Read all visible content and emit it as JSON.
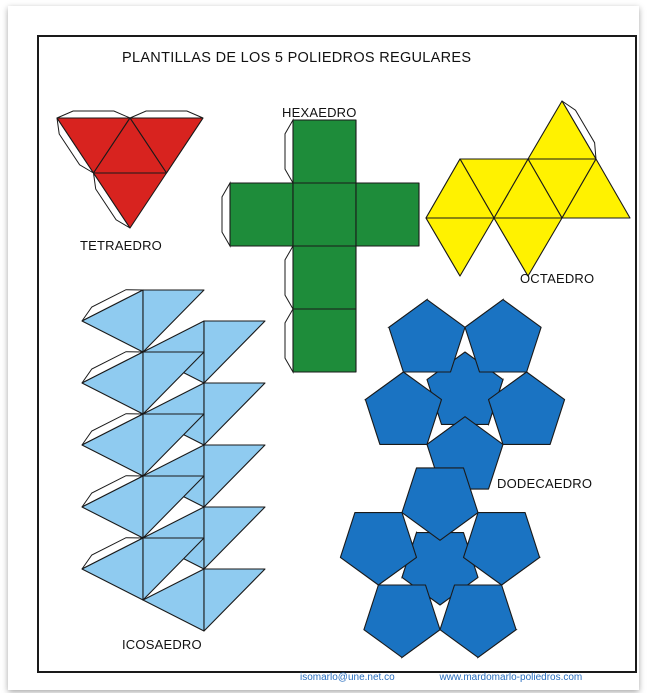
{
  "title": "PLANTILLAS DE LOS 5 POLIEDROS REGULARES",
  "nets": {
    "tetrahedron": {
      "label": "TETRAEDRO",
      "color": "#d8231f",
      "faces": 4
    },
    "hexahedron": {
      "label": "HEXAEDRO",
      "color": "#1e8c3a",
      "faces": 6
    },
    "octahedron": {
      "label": "OCTAEDRO",
      "color": "#fff200",
      "faces": 8
    },
    "dodecahedron": {
      "label": "DODECAEDRO",
      "color": "#1a73c2",
      "faces": 12
    },
    "icosahedron": {
      "label": "ICOSAEDRO",
      "color": "#8fcbf0",
      "faces": 20
    }
  },
  "footer": {
    "email": "isomarlo@une.net.co",
    "website": "www.mardomarlo-poliedros.com"
  }
}
